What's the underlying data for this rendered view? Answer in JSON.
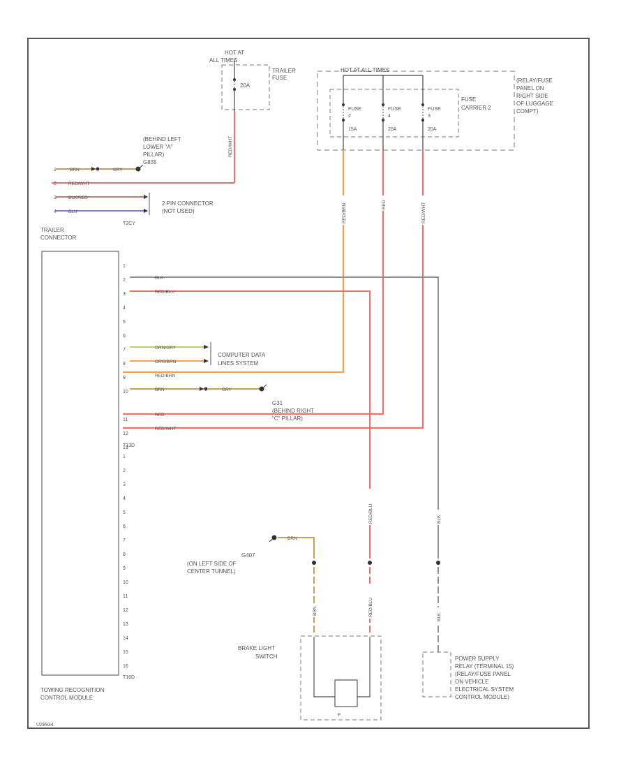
{
  "trailer_fuse": {
    "hot_line1": "HOT AT",
    "hot_line2": "ALL TIMES",
    "rating": "20A",
    "label_line1": "TRAILER",
    "label_line2": "FUSE"
  },
  "fuse_carrier": {
    "hot": "HOT AT ALL TIMES",
    "fuses": [
      {
        "line1": "FUSE",
        "line2": "2",
        "line3": "15A"
      },
      {
        "line1": "FUSE",
        "line2": "4",
        "line3": "20A"
      },
      {
        "line1": "FUSE",
        "line2": "3",
        "line3": "20A"
      }
    ],
    "carrier_label_line1": "FUSE",
    "carrier_label_line2": "CARRIER 2",
    "panel_lines": [
      "(RELAY/FUSE",
      "PANEL ON",
      "RIGHT SIDE",
      "OF LUGGAGE",
      "COMPT)"
    ]
  },
  "ground_left": {
    "lines": [
      "(BEHIND LEFT",
      "LOWER \"A\"",
      "PILLAR)",
      "G835"
    ]
  },
  "t2c": {
    "pins": [
      "1",
      "2",
      "3",
      "4"
    ],
    "wires": [
      "BRN",
      "RED/WHT",
      "BLK/RED",
      "BLU"
    ],
    "wire1b": "GRY",
    "label_line1": "2 PIN CONNECTOR",
    "label_line2": "(NOT USED)",
    "id": "T2CY"
  },
  "trailer_connector": {
    "line1": "TRAILER",
    "line2": "CONNECTOR"
  },
  "t13": {
    "pins": [
      "1",
      "2",
      "3",
      "4",
      "5",
      "6",
      "7",
      "8",
      "9",
      "10",
      "11",
      "12",
      "13"
    ],
    "wires": [
      "BLK",
      "RED/BLU",
      "GRN/GRY",
      "ORG/BRN",
      "RED/BRN",
      "BRN",
      "RED",
      "RED/WHT"
    ],
    "wire10b": "GRY",
    "id": "T13D"
  },
  "t16": {
    "pins": [
      "1",
      "2",
      "3",
      "4",
      "5",
      "6",
      "7",
      "8",
      "9",
      "10",
      "11",
      "12",
      "13",
      "14",
      "15",
      "16"
    ],
    "id": "T16D"
  },
  "cds": {
    "line1": "COMPUTER DATA",
    "line2": "LINES SYSTEM"
  },
  "ground_right": {
    "lines": [
      "G31",
      "(BEHIND RIGHT",
      "\"C\" PILLAR)"
    ]
  },
  "ground_center": {
    "lines": [
      "G407",
      "(ON LEFT SIDE OF",
      "CENTER TUNNEL)"
    ],
    "wire": "BRN"
  },
  "vertical_wires": {
    "v0": "RED/WHT",
    "v1": "RED/BRN",
    "v2": "RED",
    "v3": "RED/WHT",
    "blk_top": "BLK",
    "blk_bottom": "BLK",
    "rb_top": "RED/BLU",
    "rb_bottom": "RED/BLU",
    "brn": "BRN"
  },
  "brake_switch": {
    "line1": "BRAKE LIGHT",
    "line2": "SWITCH",
    "id": "F"
  },
  "power_supply": {
    "lines": [
      "POWER SUPPLY",
      "RELAY (TERMINAL 15)",
      "(RELAY/FUSE PANEL",
      "ON VEHICLE",
      "ELECTRICAL SYSTEM",
      "CONTROL MODULE)"
    ]
  },
  "module": {
    "line1": "TOWING RECOGNITION",
    "line2": "CONTROL MODULE"
  },
  "footer_code": "U28934",
  "colors": {
    "frame": "#555555",
    "red": "#f07070",
    "orange": "#f2a050",
    "green": "#b8d070",
    "brown": "#c8a050",
    "blue": "#8080e8",
    "gray": "#909090",
    "dash": "#777777"
  }
}
